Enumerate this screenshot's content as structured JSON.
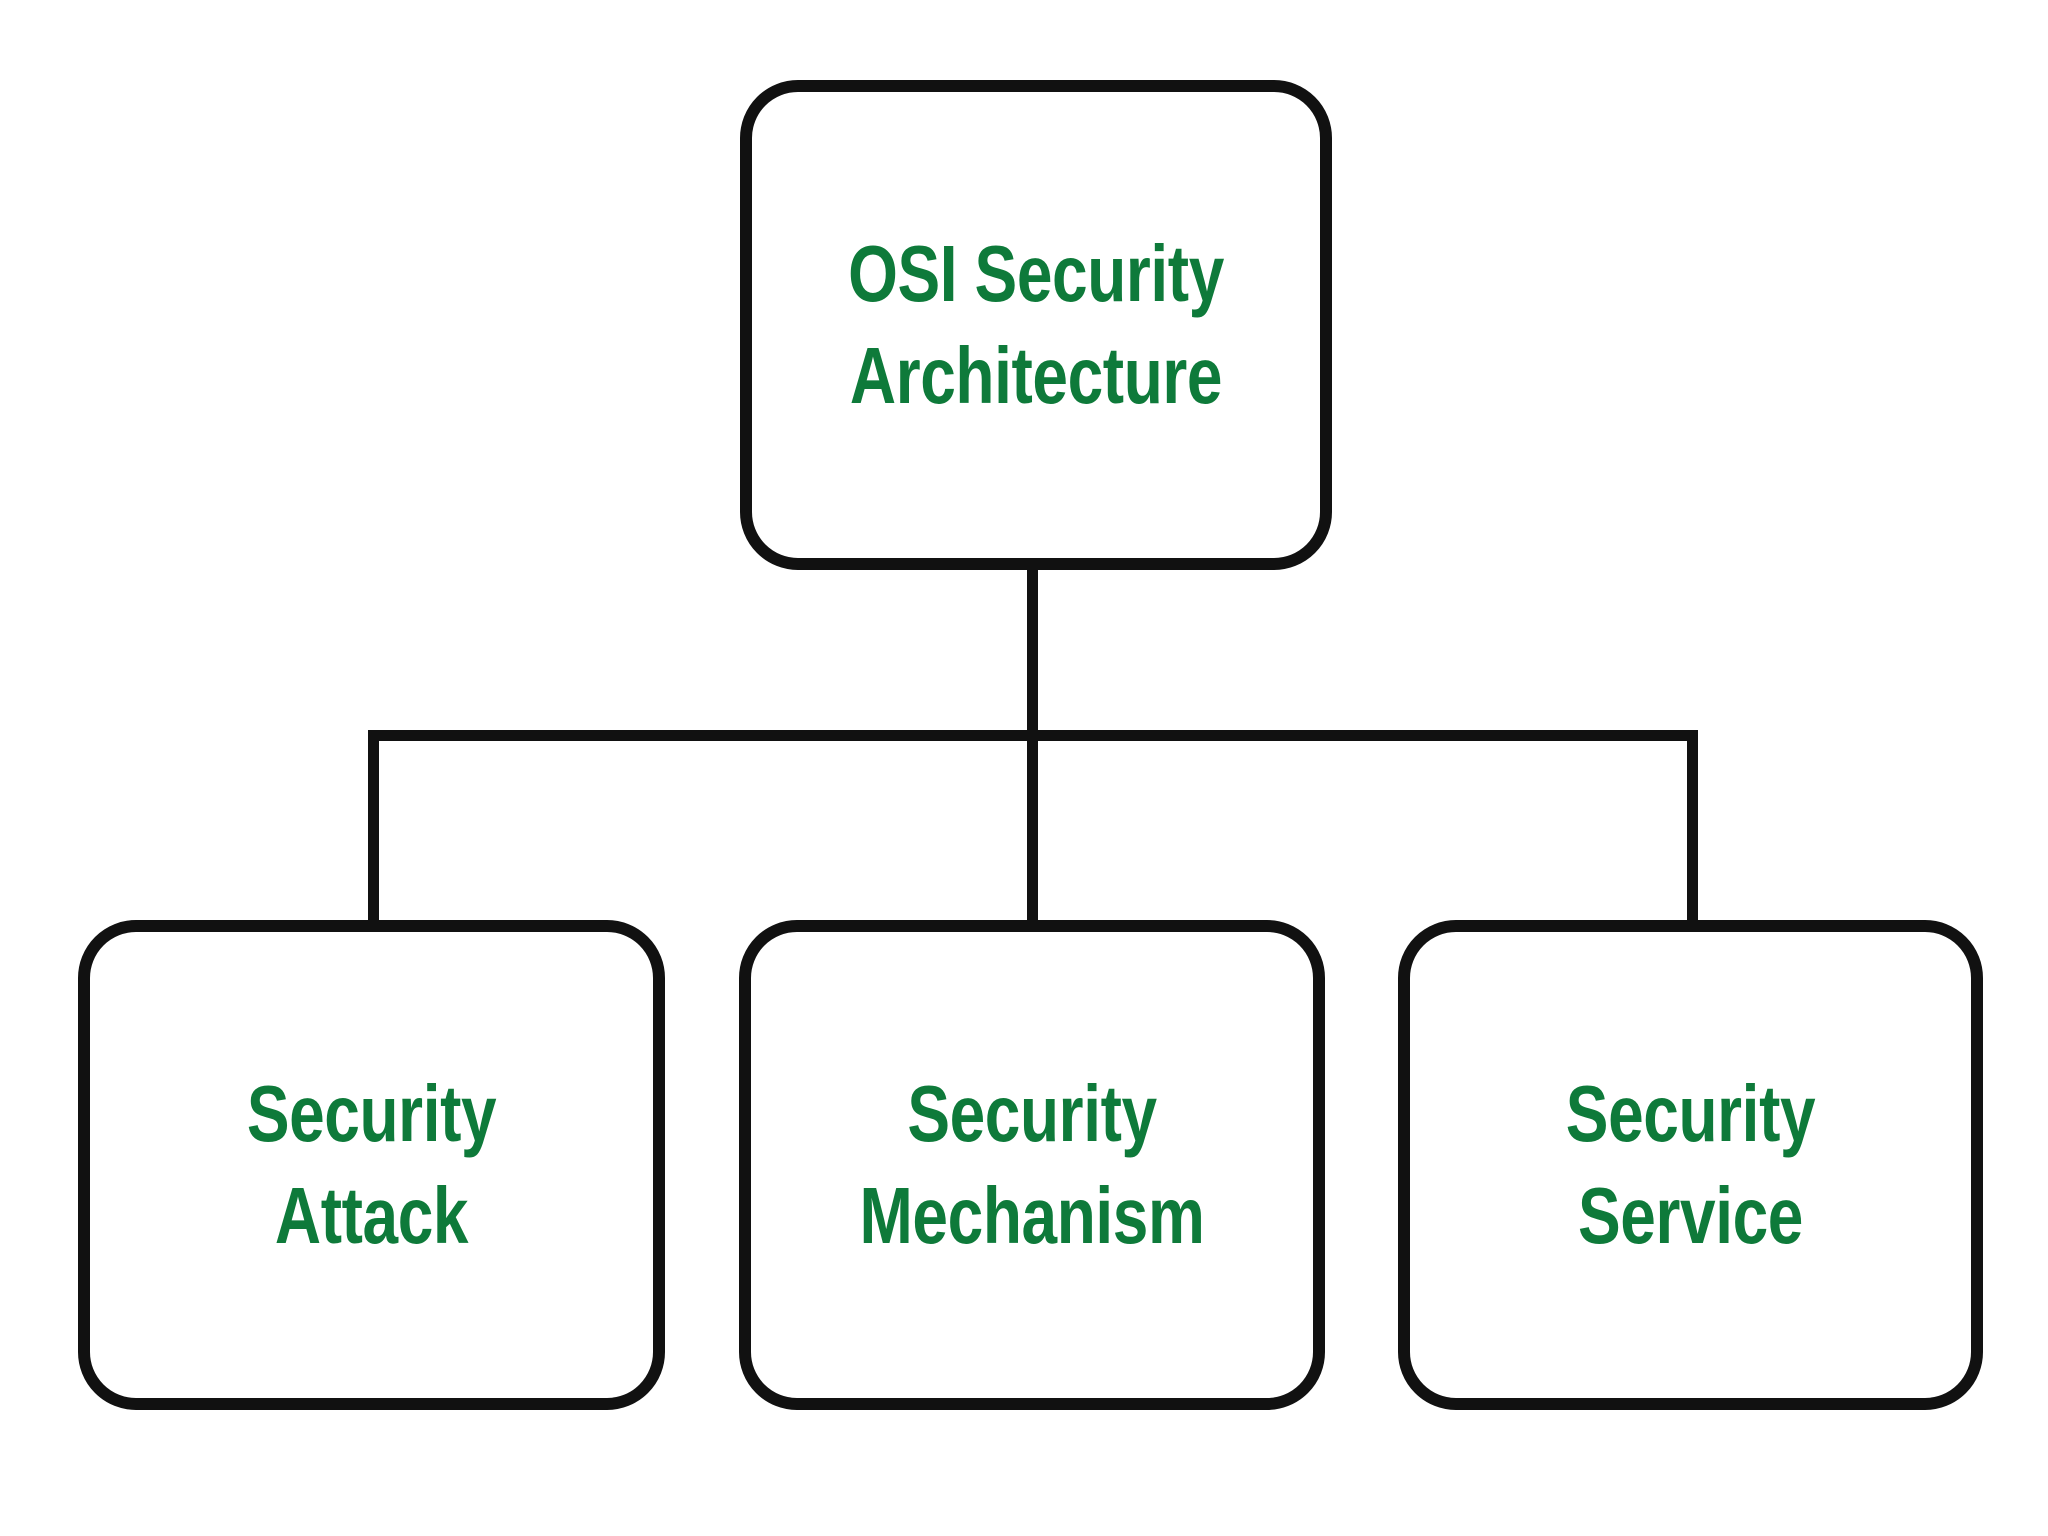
{
  "diagram": {
    "title": "OSI Security Architecture",
    "type": "hierarchy-tree",
    "background_color": "#ffffff",
    "node_border_color": "#111111",
    "node_fill_color": "#ffffff",
    "label_color": "#0e7a3a",
    "edge_color": "#111111",
    "root": {
      "id": "osi-security-architecture",
      "label": "OSI Security\nArchitecture"
    },
    "children": [
      {
        "id": "security-attack",
        "label": "Security Attack"
      },
      {
        "id": "security-mechanism",
        "label": "Security\nMechanism"
      },
      {
        "id": "security-service",
        "label": "Security Service"
      }
    ]
  }
}
